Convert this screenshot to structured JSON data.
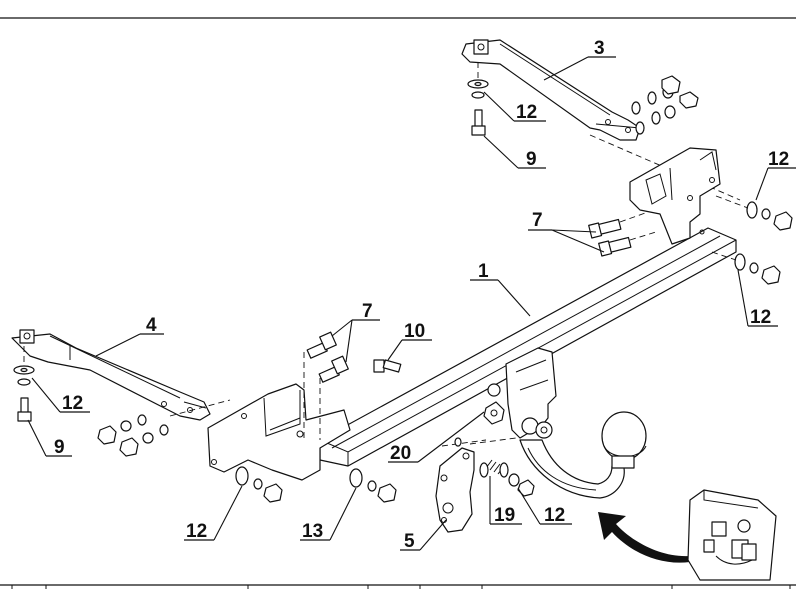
{
  "callouts": [
    {
      "id": "c1",
      "text": "1"
    },
    {
      "id": "c3",
      "text": "3"
    },
    {
      "id": "c4",
      "text": "4"
    },
    {
      "id": "c5",
      "text": "5"
    },
    {
      "id": "c7a",
      "text": "7"
    },
    {
      "id": "c7b",
      "text": "7"
    },
    {
      "id": "c9a",
      "text": "9"
    },
    {
      "id": "c9b",
      "text": "9"
    },
    {
      "id": "c10",
      "text": "10"
    },
    {
      "id": "c12a",
      "text": "12"
    },
    {
      "id": "c12b",
      "text": "12"
    },
    {
      "id": "c12c",
      "text": "12"
    },
    {
      "id": "c12d",
      "text": "12"
    },
    {
      "id": "c12e",
      "text": "12"
    },
    {
      "id": "c12f",
      "text": "12"
    },
    {
      "id": "c13",
      "text": "13"
    },
    {
      "id": "c19",
      "text": "19"
    },
    {
      "id": "c20",
      "text": "20"
    }
  ],
  "colors": {
    "line": "#111111",
    "background": "#ffffff"
  }
}
